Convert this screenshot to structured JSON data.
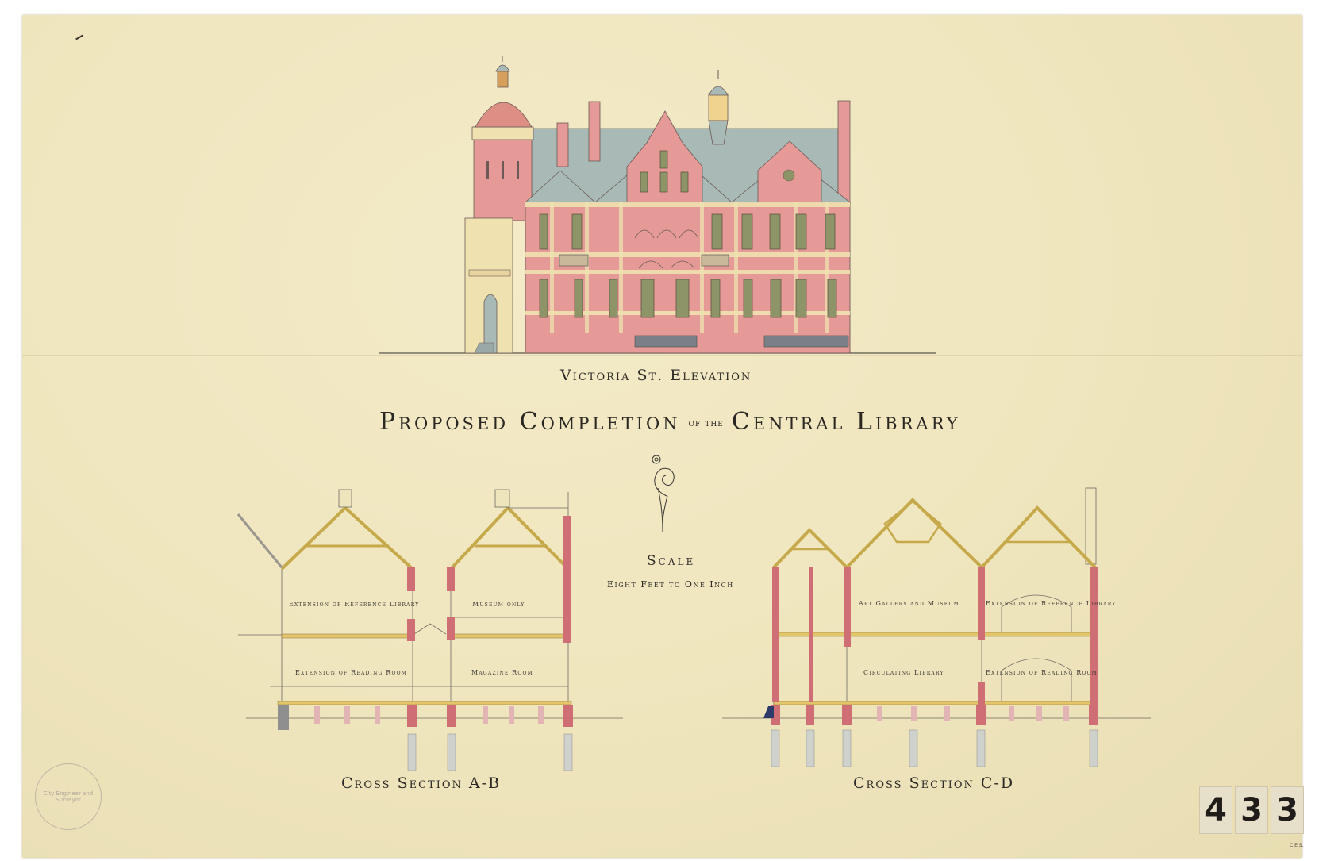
{
  "drawing": {
    "title_main_1": "Proposed Completion",
    "title_connector": "of the",
    "title_main_2": "Central Library",
    "elevation_caption": "Victoria St. Elevation",
    "scale_label": "Scale",
    "scale_value": "Eight Feet to One Inch",
    "section_ab": {
      "caption": "Cross Section A-B",
      "rooms": [
        "Extension of Reference Library",
        "Museum only",
        "Extension of Reading Room",
        "Magazine Room"
      ]
    },
    "section_cd": {
      "caption": "Cross Section C-D",
      "rooms": [
        "Art Gallery and Museum",
        "Extension of Reference Library",
        "Circulating Library",
        "Extension of Reading Room"
      ]
    },
    "sheet_number_tags": [
      "4",
      "3",
      "3"
    ],
    "stamp_text": "City Engineer and Surveyor",
    "corner_note": "C.E.S."
  },
  "colors": {
    "paper": "#efe5bd",
    "brick_pink": "#e59a97",
    "brick_dark": "#cf6e74",
    "stone_cream": "#efe2b0",
    "roof_slate": "#a9b9b6",
    "timber_yellow": "#e3c56a",
    "window_green": "#8c9468",
    "ink": "#2d2a26"
  }
}
